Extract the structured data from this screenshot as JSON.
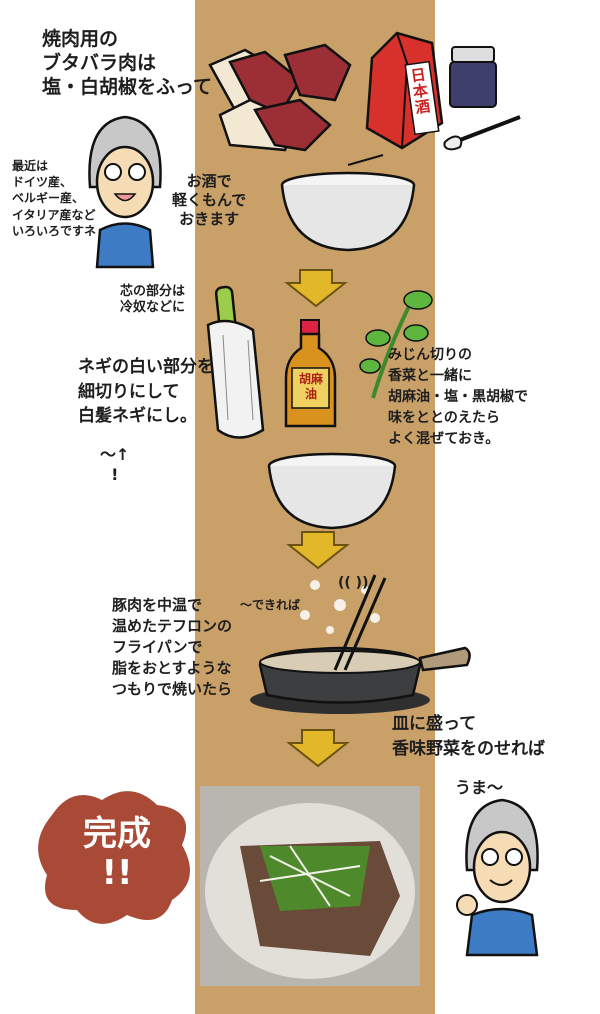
{
  "steps": {
    "meat_note": "焼肉用の\nブタバラ肉は\n塩・白胡椒をふって",
    "origin_note": "最近は\nドイツ産、\nベルギー産、\nイタリア産など\nいろいろですネ",
    "sake_note": "お酒で\n軽くもんで\nおきます",
    "sake_label": "日本酒",
    "leek_core_note": "芯の部分は\n冷奴などに",
    "leek_note": "ネギの白い部分を\n細切りにして\n白髪ネギにし。",
    "exclaim": "〜↑\n!",
    "oil_label": "胡麻油",
    "season_note": "みじん切りの\n香菜と一緒に\n胡麻油・塩・黒胡椒で\n味をととのえたら\nよく混ぜておき。",
    "fry_note": "豚肉を中温で\n温めたテフロンの\nフライパンで\n脂をおとすような\nつもりで焼いたら",
    "if_possible": "〜できれば",
    "sizzle": "(( ))",
    "serve_note": "皿に盛って\n香味野菜をのせれば",
    "done": "完成\n!!",
    "yum": "うま〜"
  },
  "colors": {
    "column": "#c8a068",
    "arrow": "#e2b72a",
    "blob": "#a84a35",
    "carton": "#d8312c",
    "shirt": "#3d7cc4"
  }
}
